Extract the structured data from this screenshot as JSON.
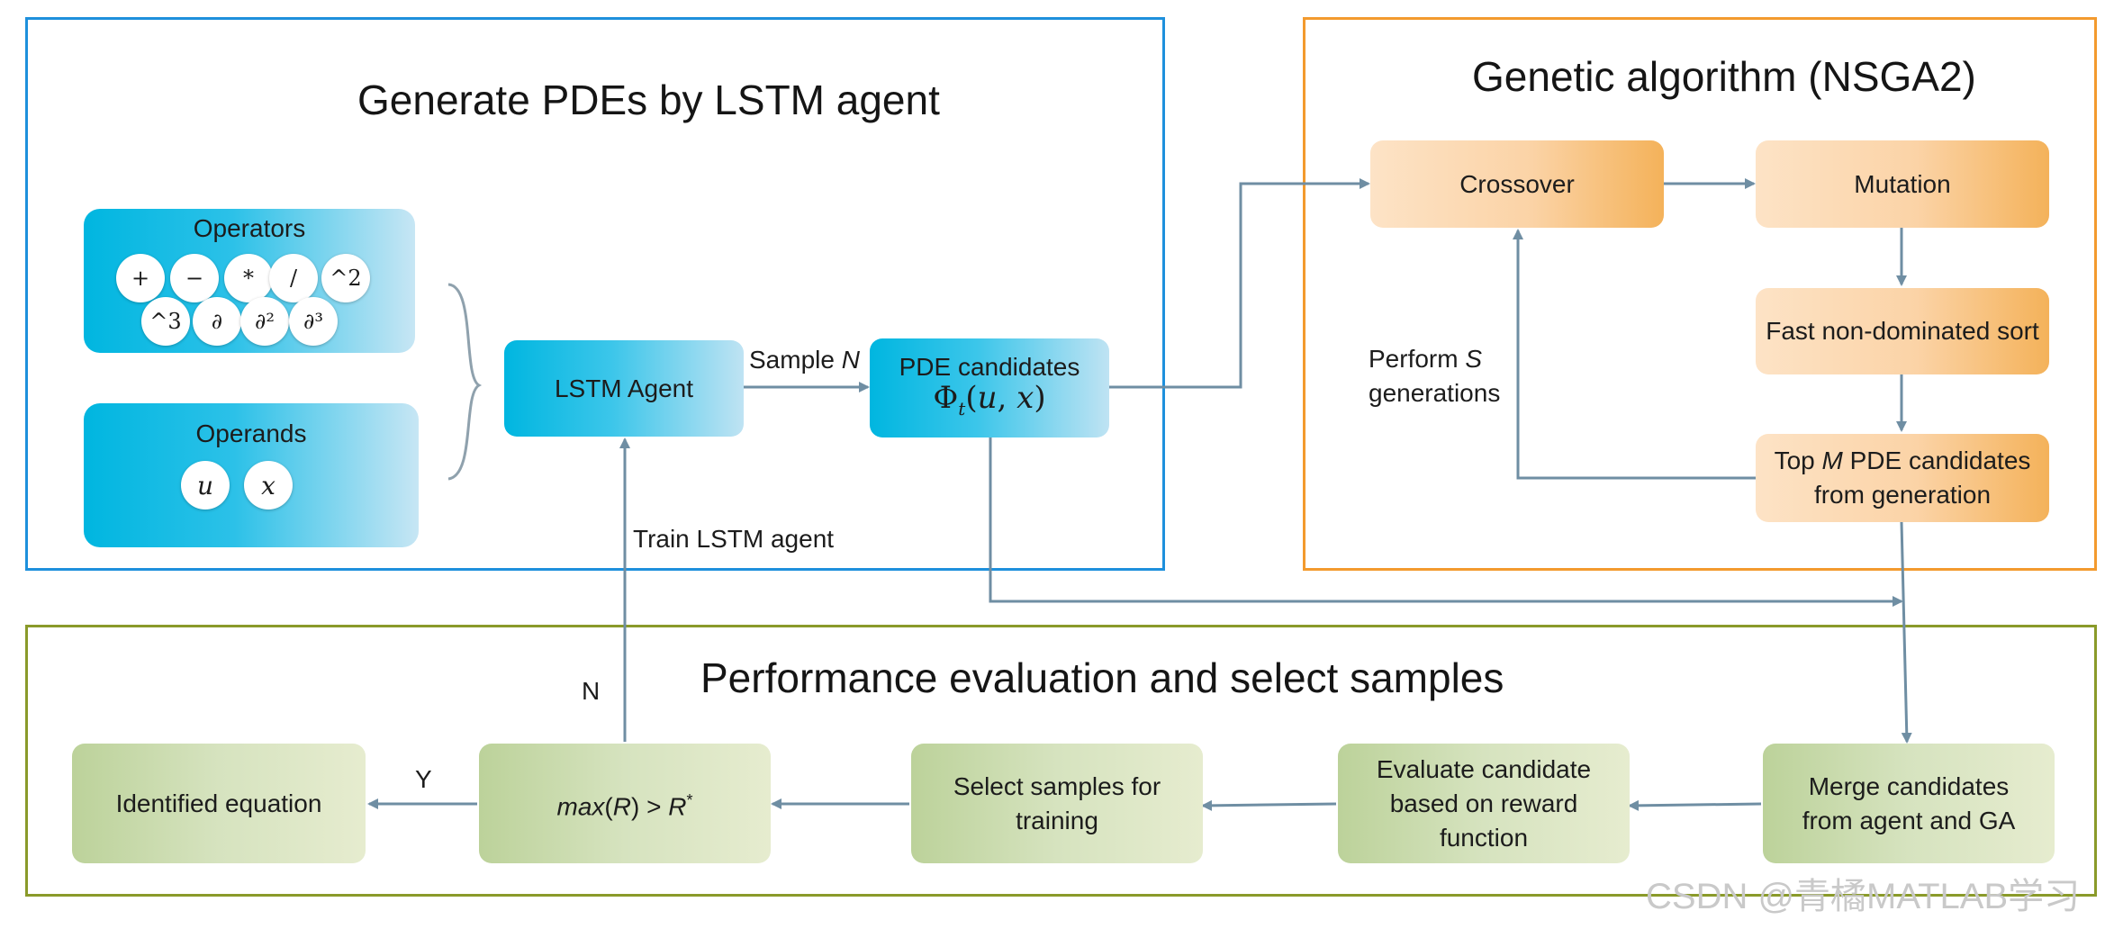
{
  "panels": {
    "lstm": {
      "title": "Generate PDEs by LSTM agent"
    },
    "ga": {
      "title": "Genetic algorithm (NSGA2)"
    },
    "eval": {
      "title": "Performance evaluation and select samples"
    }
  },
  "operators": {
    "label": "Operators",
    "row1": [
      "+",
      "−",
      "*",
      "/",
      "^2"
    ],
    "row2": [
      "^3",
      "∂",
      "∂²",
      "∂³"
    ]
  },
  "operands": {
    "label": "Operands",
    "items": [
      "u",
      "x"
    ]
  },
  "lstm_agent": {
    "label": "LSTM Agent"
  },
  "sample_label": {
    "prefix": "Sample ",
    "var": "N"
  },
  "pde_candidates": {
    "label": "PDE candidates",
    "formula": "Φt(u, x)"
  },
  "ga": {
    "crossover": "Crossover",
    "mutation": "Mutation",
    "sort": "Fast non-dominated sort",
    "top_prefix": "Top ",
    "top_var": "M",
    "top_rest": " PDE candidates",
    "top_line2": "from generation",
    "perform_prefix": "Perform ",
    "perform_var": "S",
    "perform_line2": "generations"
  },
  "train_label": "Train LSTM agent",
  "eval_flow": {
    "merge_line1": "Merge candidates",
    "merge_line2": "from agent and GA",
    "evaluate_line1": "Evaluate candidate",
    "evaluate_line2": "based on reward",
    "evaluate_line3": "function",
    "select_line1": "Select samples for",
    "select_line2": "training",
    "condition_func": "max",
    "condition_arg": "R",
    "condition_op": " > ",
    "condition_var": "R",
    "condition_sup": "*",
    "identified": "Identified equation",
    "yes_label": "Y",
    "no_label": "N"
  },
  "colors": {
    "blue_border": "#1e90dc",
    "orange_border": "#f39a2e",
    "green_border": "#8a9a2a",
    "arrow": "#6f8ea3"
  },
  "watermark": "CSDN @青橘MATLAB学习"
}
